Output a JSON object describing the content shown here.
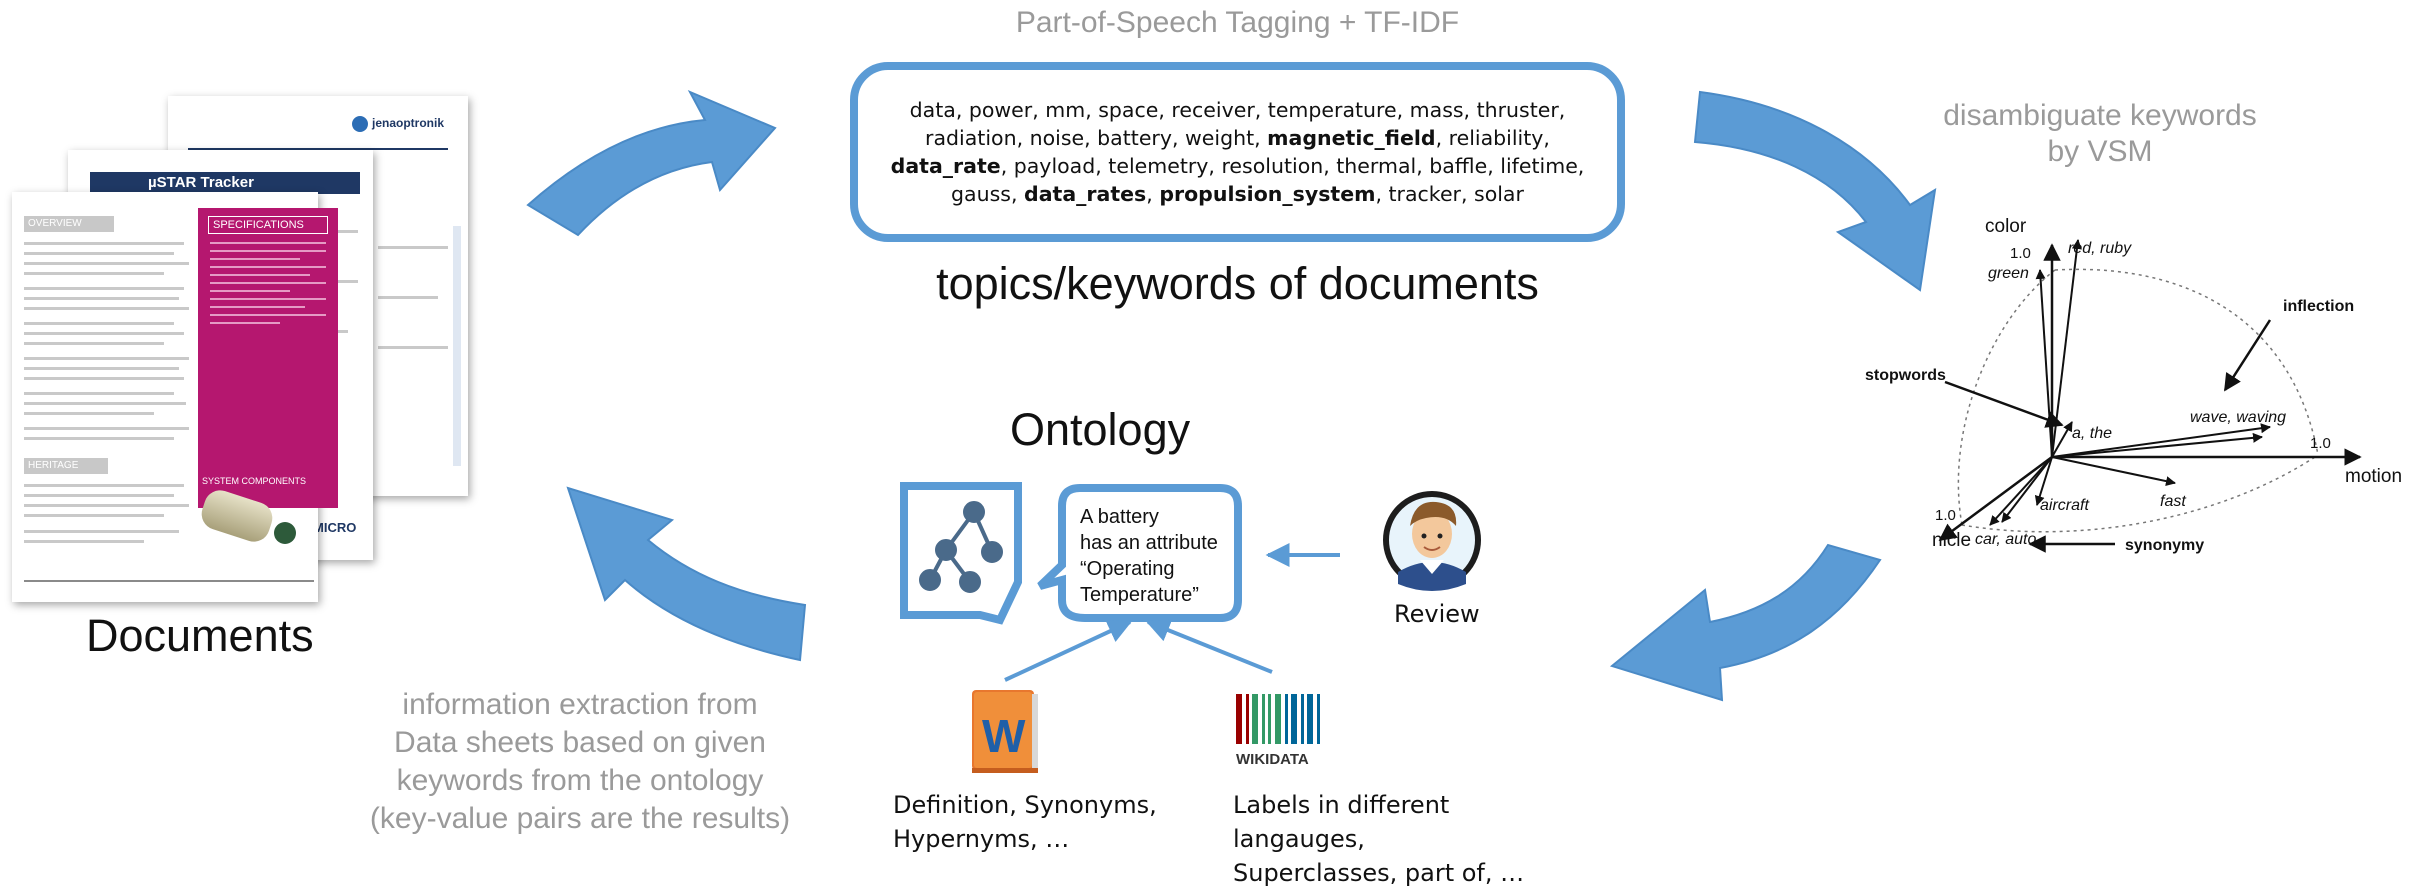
{
  "header": {
    "pos_tfidf": "Part-of-Speech Tagging + TF-IDF"
  },
  "keywords": {
    "segments": [
      {
        "t": "data, power, mm, space, receiver, temperature, mass, thruster, radiation, noise, battery, weight, ",
        "b": false
      },
      {
        "t": "magnetic_field",
        "b": true
      },
      {
        "t": ", reliability, ",
        "b": false
      },
      {
        "t": "data_rate",
        "b": true
      },
      {
        "t": ", payload, telemetry, resolution, thermal, baffle, lifetime, gauss, ",
        "b": false
      },
      {
        "t": "data_rates",
        "b": true
      },
      {
        "t": ", ",
        "b": false
      },
      {
        "t": "propulsion_system",
        "b": true
      },
      {
        "t": ", tracker, solar",
        "b": false
      }
    ],
    "caption": "topics/keywords of documents"
  },
  "vsm": {
    "caption_line1": "disambiguate keywords",
    "caption_line2": "by VSM",
    "labels": {
      "color": "color",
      "red_ruby": "red, ruby",
      "green": "green",
      "tick_top": "1.0",
      "inflection": "inflection",
      "stopwords": "stopwords",
      "a_the": "a, the",
      "wave_waving": "wave, waving",
      "tick_right": "1.0",
      "motion": "motion",
      "aircraft": "aircraft",
      "fast": "fast",
      "tick_left": "1.0",
      "vehicle_partial": "nicle",
      "car_auto": "car, auto",
      "synonymy": "synonymy"
    }
  },
  "documents": {
    "caption": "Documents",
    "brand": "jenaoptronik",
    "title": "µSTAR Tracker",
    "overview": "OVERVIEW",
    "specifications": "SPECIFICATIONS",
    "heritage": "HERITAGE",
    "system_components": "SYSTEM COMPONENTS",
    "micro": "MICRO"
  },
  "ontology": {
    "title": "Ontology",
    "speech": [
      "A battery",
      "has an attribute",
      "“Operating",
      "Temperature”"
    ]
  },
  "review": {
    "label": "Review"
  },
  "sources": {
    "wikidata_logo": "WIKIDATA",
    "wordnet_letter": "W",
    "wordnet_text": [
      "Definition, Synonyms,",
      "Hypernyms, …"
    ],
    "wikidata_text": [
      "Labels in different",
      "langauges,",
      "Superclasses, part of, …"
    ]
  },
  "extraction": {
    "lines": [
      "information extraction from",
      "Data sheets based on given",
      "keywords from the ontology",
      "(key-value pairs are the results)"
    ]
  },
  "colors": {
    "accent": "#5b9bd5",
    "magenta": "#b5176f",
    "navy": "#1f3864",
    "gray_caption": "#9a9a9a"
  }
}
